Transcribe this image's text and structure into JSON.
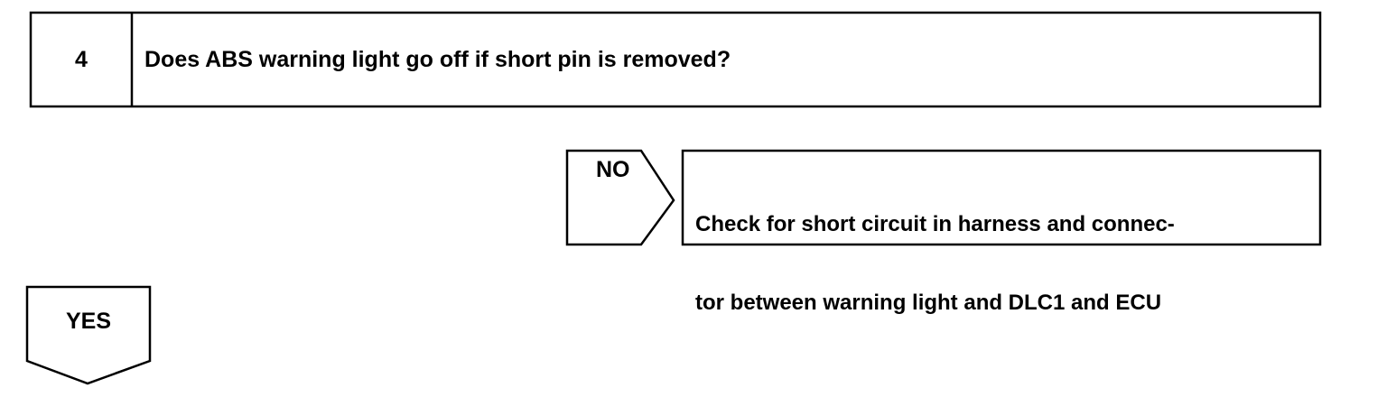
{
  "step": {
    "number": "4",
    "question": "Does ABS warning light go off if short pin is removed?"
  },
  "branch_no": {
    "label": "NO",
    "action_lines": [
      "Check for short circuit in harness and connec-",
      "tor between warning light and DLC1 and ECU"
    ]
  },
  "branch_yes": {
    "label": "YES"
  }
}
